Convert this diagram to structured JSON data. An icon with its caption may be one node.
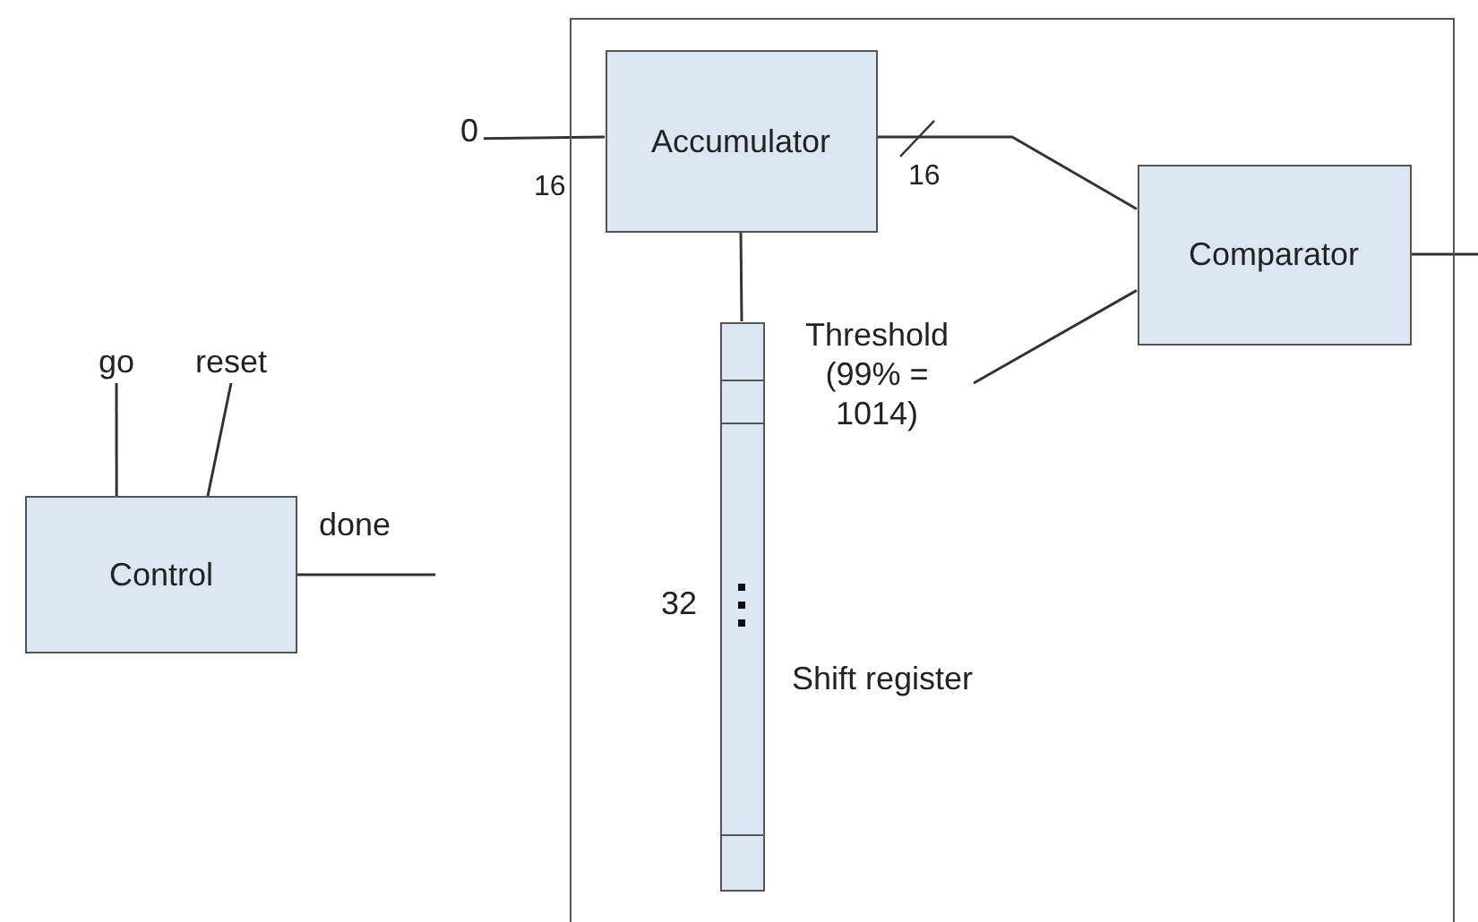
{
  "diagram": {
    "nodes": [
      {
        "text": [],
        "shape": "box"
      },
      {
        "text": [
          "Accumulator"
        ],
        "in": 0
      },
      {
        "text": [
          "Comparator"
        ],
        "in": 0
      },
      {
        "text": [],
        "shape": "bar",
        "in": 0,
        "beside": [
          "32",
          "Shift register"
        ]
      },
      {
        "text": [
          "Threshold (99% = 1014)"
        ],
        "in": 0
      },
      {
        "text": [
          "0"
        ]
      },
      {
        "text": [
          "Control"
        ]
      },
      {
        "text": [
          "go"
        ]
      },
      {
        "text": [
          "reset"
        ]
      }
    ],
    "edges": [
      {
        "from": 5,
        "to": 1,
        "arrow": "none",
        "label": "16"
      },
      {
        "from": 1,
        "to": 2,
        "arrow": "none",
        "label": "16"
      },
      {
        "from": 1,
        "to": 3,
        "arrow": "none"
      },
      {
        "from": 4,
        "to": 2,
        "arrow": "none"
      },
      {
        "from": 2,
        "to": null,
        "arrow": "none"
      },
      {
        "from": 7,
        "to": 6,
        "arrow": "none"
      },
      {
        "from": 8,
        "to": 6,
        "arrow": "none"
      },
      {
        "from": 6,
        "to": null,
        "arrow": "none",
        "label": "done"
      }
    ]
  }
}
